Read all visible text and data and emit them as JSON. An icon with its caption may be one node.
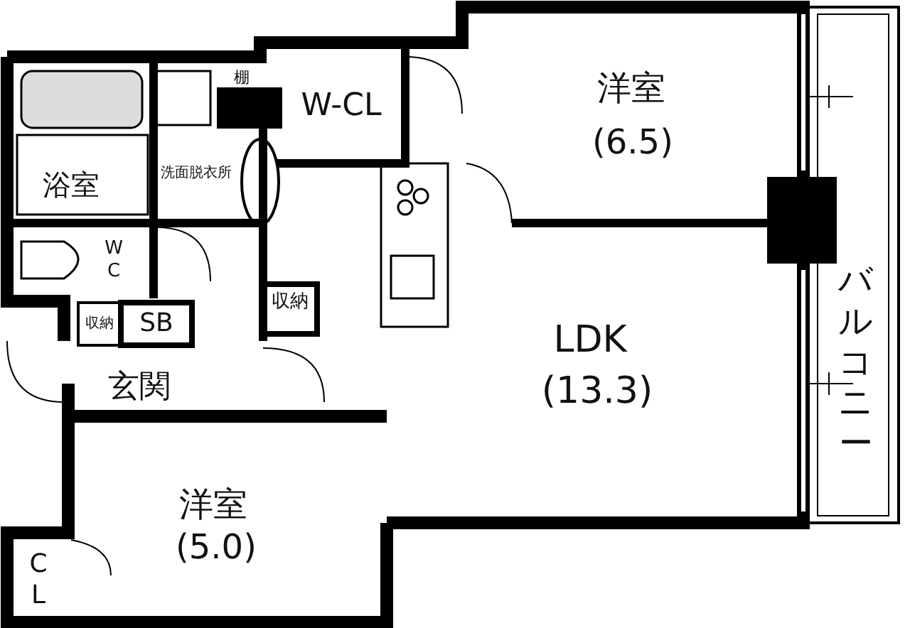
{
  "diagram": {
    "labels": [
      "棚",
      "W-CL",
      "洋室",
      "(6.5)",
      "浴室",
      "洗面脱衣所",
      "WC",
      "収納",
      "SB",
      "収納",
      "LDK",
      "バルコニー",
      "(13.3)",
      "玄関",
      "洋室",
      "(5.0)",
      "CL"
    ]
  }
}
